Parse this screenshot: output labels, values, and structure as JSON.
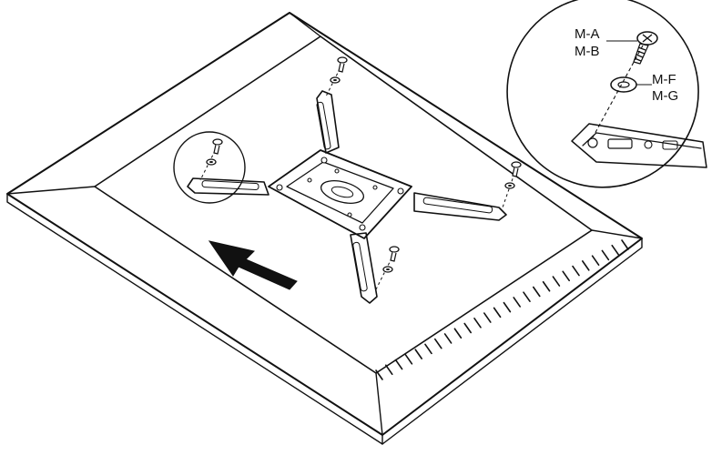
{
  "callout": {
    "screw_labels": [
      "M-A",
      "M-B"
    ],
    "washer_labels": [
      "M-F",
      "M-G"
    ]
  },
  "icons": {
    "direction": "arrow-icon",
    "fastener": "screw-icon",
    "spacer": "washer-icon"
  },
  "colors": {
    "line": "#111111",
    "background": "#ffffff"
  }
}
